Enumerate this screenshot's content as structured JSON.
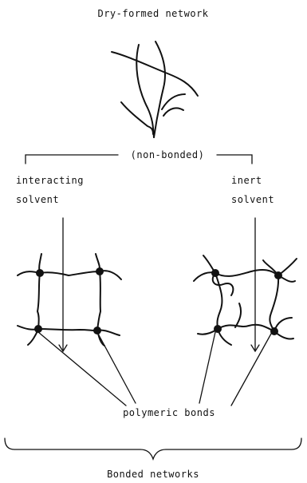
{
  "title": "Dry-formed network",
  "branch_label": "(non-bonded)",
  "left_branch": {
    "line1": "interacting",
    "line2": "solvent"
  },
  "right_branch": {
    "line1": "inert",
    "line2": "solvent"
  },
  "bond_label": "polymeric bonds",
  "footer": "Bonded networks"
}
